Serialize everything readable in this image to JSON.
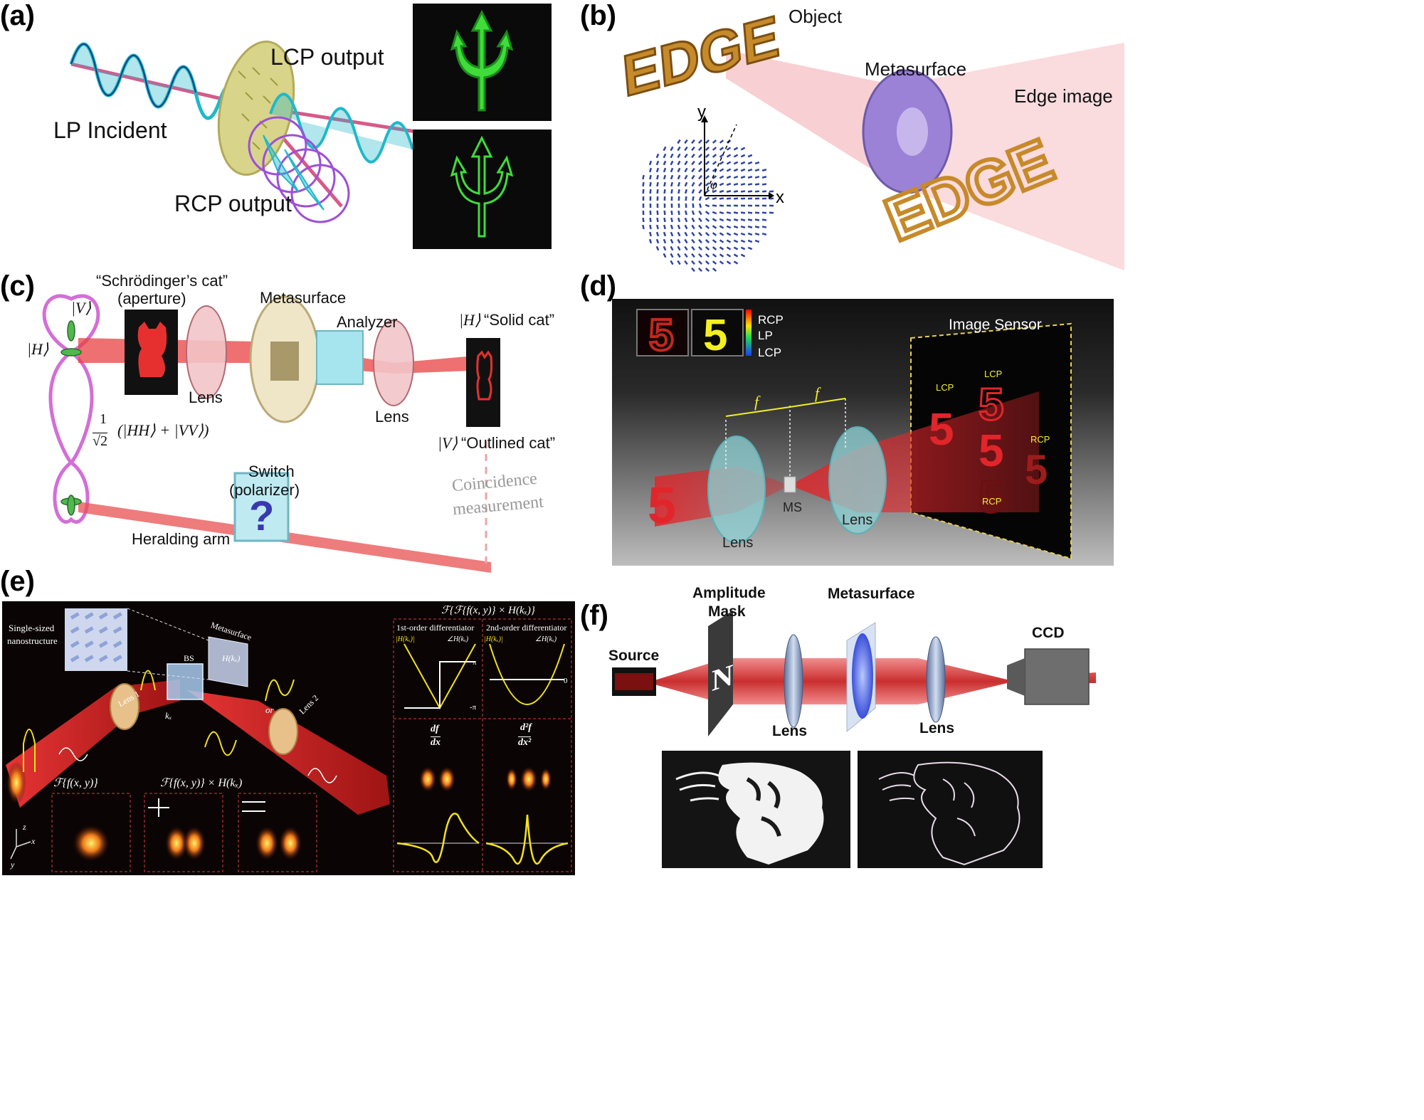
{
  "panels": {
    "a": {
      "letter": "(a)",
      "lp_incident": "LP Incident",
      "lcp_output": "LCP output",
      "rcp_output": "RCP output"
    },
    "b": {
      "letter": "(b)",
      "object": "Object",
      "metasurface": "Metasurface",
      "edge_image": "Edge image",
      "edge_word": "EDGE",
      "axis_x": "x",
      "axis_y": "y",
      "angle": "φ"
    },
    "c": {
      "letter": "(c)",
      "cat_title": "“Schrödinger’s cat”",
      "aperture": "(aperture)",
      "metasurface": "Metasurface",
      "analyzer": "Analyzer",
      "lens1": "Lens",
      "lens2": "Lens",
      "ket_v": "|V⟩",
      "ket_h": "|H⟩",
      "solid_cat_ket": "|H⟩",
      "solid_cat": "“Solid cat”",
      "outlined_cat_ket": "|V⟩",
      "outlined_cat": "“Outlined cat”",
      "state": "1/√2 (|HH⟩ + |VV⟩)",
      "state_frac_num": "1",
      "state_frac_den": "√2",
      "state_body": "(|HH⟩ + |VV⟩)",
      "switch": "Switch",
      "polarizer": "(polarizer)",
      "heralding_arm": "Heralding arm",
      "coincidence": "Coincidence",
      "measurement": "measurement",
      "question": "?"
    },
    "d": {
      "letter": "(d)",
      "legend_rcp": "RCP",
      "legend_lp": "LP",
      "legend_lcp": "LCP",
      "image_sensor": "Image Sensor",
      "f1": "f",
      "f2": "f",
      "ms": "MS",
      "lens1": "Lens",
      "lens2": "Lens",
      "digit": "5",
      "sensor_lcp_a": "LCP",
      "sensor_lcp_b": "LCP",
      "sensor_rcp_a": "RCP",
      "sensor_rcp_b": "RCP"
    },
    "e": {
      "letter": "(e)",
      "single_sized_1": "Single-sized",
      "single_sized_2": "nanostructure",
      "metasurface": "Metasurface",
      "hk": "H(kₓ)",
      "bs": "BS",
      "lens1": "Lens 1",
      "lens2": "Lens 2",
      "or": "or",
      "kx": "kₓ",
      "top_formula": "ℱ{ℱ{f(x, y)} × H(kₓ)}",
      "first_order": "1st-order differentiator",
      "second_order": "2nd-order differentiator",
      "abs_h": "|H(kₓ)|",
      "arg_h": "∠H(kₓ)",
      "pi": "π",
      "neg_pi": "-π",
      "zero": "0",
      "df_dx_num": "df",
      "df_dx_den": "dx",
      "d2f_num": "d²f",
      "d2f_den": "dx²",
      "formula_fft": "ℱ{f(x, y)}",
      "formula_fft_h": "ℱ{f(x, y)} × H(kₓ)",
      "axis_z": "z",
      "axis_x": "x",
      "axis_y": "y"
    },
    "f": {
      "letter": "(f)",
      "amplitude_1": "Amplitude",
      "amplitude_2": "Mask",
      "metasurface": "Metasurface",
      "source": "Source",
      "lens1": "Lens",
      "lens2": "Lens",
      "ccd": "CCD",
      "mask_glyph": "N"
    }
  },
  "colors": {
    "beam_red": "#e0262b",
    "wave_cyan": "#1fb8c9",
    "hologram_green": "#3fdc3a",
    "edge_gold": "#c78a2a",
    "lens_teal": "#8fd3d6",
    "deriv_yellow": "#f3e21c",
    "purple_loop": "#d36fd6"
  }
}
